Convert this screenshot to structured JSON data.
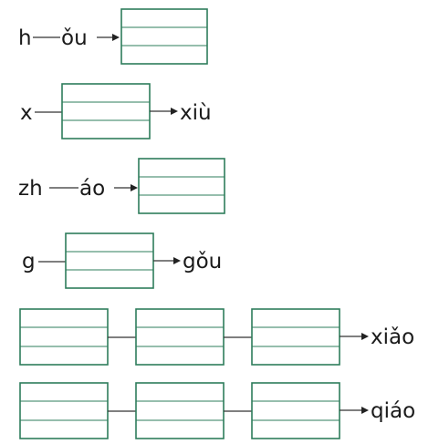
{
  "colors": {
    "grid_line": "#2e7d5b",
    "text": "#1a1a1a",
    "connector": "#333333"
  },
  "exercises": [
    {
      "type": "initial-given-final",
      "initial": "h",
      "final": "ǒu"
    },
    {
      "type": "initial-given-result",
      "initial": "x",
      "result": "xiù"
    },
    {
      "type": "initial-given-final",
      "initial": "zh",
      "final": "áo"
    },
    {
      "type": "initial-given-result",
      "initial": "g",
      "result": "gǒu"
    },
    {
      "type": "three-part-result",
      "result": "xiǎo"
    },
    {
      "type": "three-part-result",
      "result": "qiáo"
    }
  ]
}
